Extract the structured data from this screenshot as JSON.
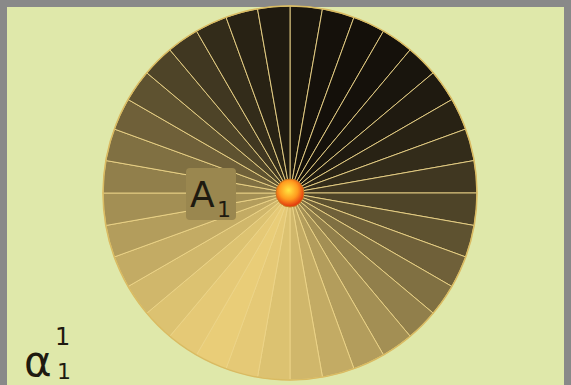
{
  "diagram": {
    "labels": [
      "A",
      "1",
      "α",
      "1",
      "1"
    ]
  }
}
